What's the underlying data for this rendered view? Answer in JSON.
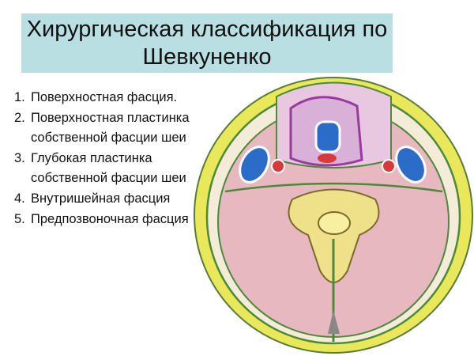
{
  "slide": {
    "title": "Хирургическая классификация по Шевкуненко",
    "items": [
      {
        "num": "1.",
        "text": "Поверхностная фасция."
      },
      {
        "num": "2.",
        "text": "Поверхностная пластинка собственной фасции шеи"
      },
      {
        "num": "3.",
        "text": "Глубокая пластинка собственной фасции шеи"
      },
      {
        "num": "4.",
        "text": "Внутришейная фасция"
      },
      {
        "num": "5.",
        "text": "Предпозвоночная фасция"
      }
    ]
  },
  "figure": {
    "subject": "neck-cross-section-illustration",
    "colors": {
      "skin": "#e8e85a",
      "muscle": "#e8b8c0",
      "fascia": "#4a8a3a",
      "vertebra": "#efe08a",
      "vein": "#2a6cc8",
      "artery": "#d83a3a",
      "organ": "#c07ad0"
    }
  }
}
